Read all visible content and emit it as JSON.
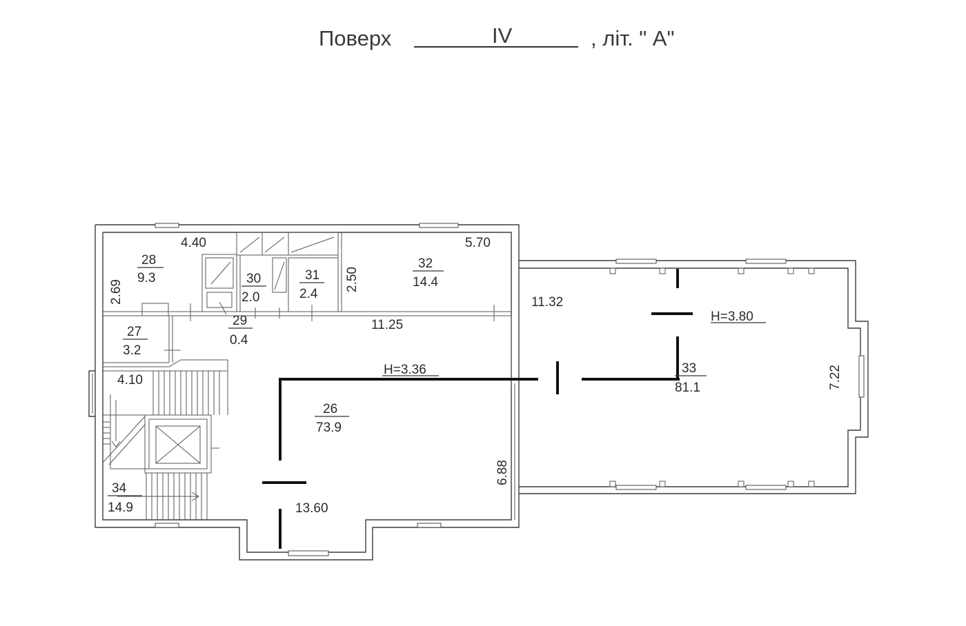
{
  "header": {
    "floor_label": "Поверх",
    "floor_value": "IV",
    "letter_label": ", літ. \" А\""
  },
  "rooms": [
    {
      "id": "room-28",
      "number": "28",
      "area": "9.3"
    },
    {
      "id": "room-30",
      "number": "30",
      "area": "2.0"
    },
    {
      "id": "room-31",
      "number": "31",
      "area": "2.4"
    },
    {
      "id": "room-32",
      "number": "32",
      "area": "14.4"
    },
    {
      "id": "room-27",
      "number": "27",
      "area": "3.2"
    },
    {
      "id": "room-29",
      "number": "29",
      "area": "0.4"
    },
    {
      "id": "room-26",
      "number": "26",
      "area": "73.9"
    },
    {
      "id": "room-33",
      "number": "33",
      "area": "81.1"
    },
    {
      "id": "room-34",
      "number": "34",
      "area": "14.9"
    }
  ],
  "dimensions": [
    "4.40",
    "5.70",
    "2.69",
    "2.50",
    "11.32",
    "11.25",
    "4.10",
    "7.22",
    "6.88",
    "13.60"
  ],
  "heights": [
    "H=3.80",
    "H=3.36"
  ]
}
